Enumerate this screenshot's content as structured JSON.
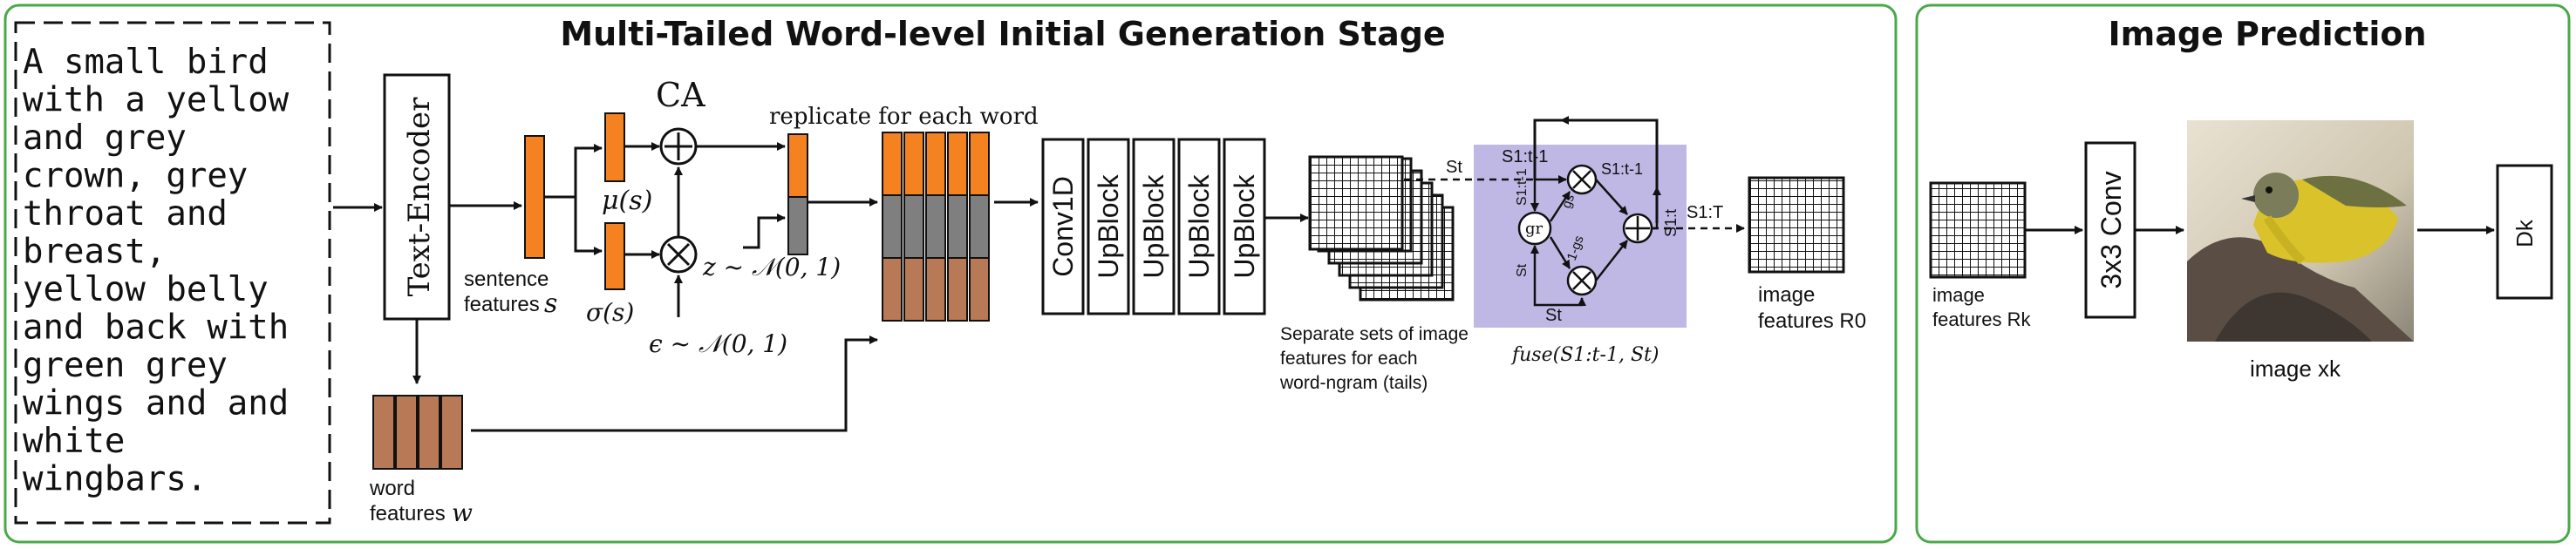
{
  "sections": {
    "generation_title": "Multi-Tailed Word-level Initial Generation Stage",
    "prediction_title": "Image Prediction"
  },
  "caption_lines": [
    "A small bird",
    "with a yellow",
    "and grey",
    "crown, grey",
    "throat and",
    "breast,",
    "yellow belly",
    "and back with",
    "green grey",
    "wings and and",
    "white",
    "wingbars."
  ],
  "labels": {
    "text_encoder": "Text-Encoder",
    "sentence_features": "sentence",
    "sentence_features_2": "features",
    "sentence_sym": "s",
    "word_features": "word",
    "word_features_2": "features",
    "word_sym": "w",
    "ca": "CA",
    "mu": "μ(s)",
    "sigma": "σ(s)",
    "z": "z ~ 𝒩(0, 1)",
    "eps": "ϵ ~ 𝒩(0, 1)",
    "replicate": "replicate for each word",
    "conv1d": "Conv1D",
    "upblock": "UpBlock",
    "tails_1": "Separate sets of image",
    "tails_2": "features for each",
    "tails_3": "word-ngram (tails)",
    "fuse": "fuse(S1:t-1, St)",
    "s_t": "St",
    "s_1t1": "S1:t-1",
    "s_1t": "S1:t",
    "s_1T": "S1:T",
    "g_r": "gr",
    "g_s": "gs",
    "one_minus_gs": "1-gs",
    "image_features_r0_1": "image",
    "image_features_r0_2": "features R0",
    "image_features_rk_1": "image",
    "image_features_rk_2": "features Rk",
    "conv3x3": "3x3 Conv",
    "image_xk": "image xk",
    "dk": "Dk"
  },
  "colors": {
    "frame": "#4aa84a",
    "orange": "#f58220",
    "gray": "#7f7f7f",
    "brown": "#b87a56",
    "fuse_bg": "#bfb8e4"
  },
  "icons": {
    "plus": "circle-plus-icon",
    "times": "circle-times-icon",
    "bird": "bird-photo"
  }
}
